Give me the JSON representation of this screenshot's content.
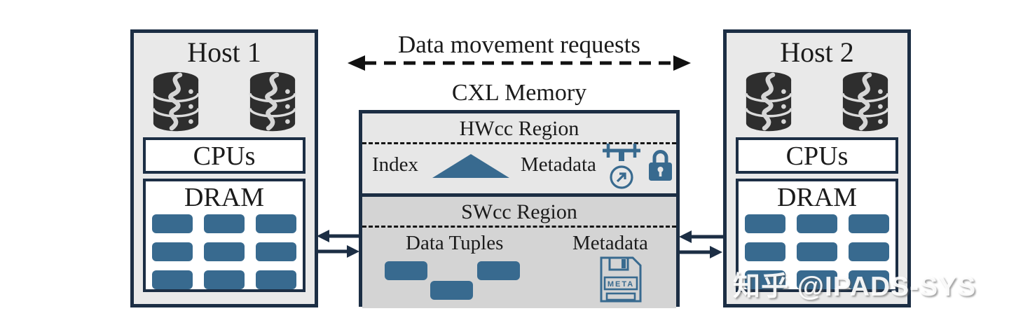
{
  "diagram": {
    "top_arrow_label": "Data movement requests",
    "hosts": [
      {
        "title": "Host 1",
        "cpus": "CPUs",
        "dram": "DRAM"
      },
      {
        "title": "Host 2",
        "cpus": "CPUs",
        "dram": "DRAM"
      }
    ],
    "cxl": {
      "title": "CXL Memory",
      "hwcc": {
        "title": "HWcc Region",
        "index_label": "Index",
        "metadata_label": "Metadata"
      },
      "swcc": {
        "title": "SWcc Region",
        "tuples_label": "Data Tuples",
        "metadata_label": "Metadata",
        "floppy_label": "META"
      }
    },
    "watermark": "知乎 @IPADS-SYS",
    "icons": {
      "host_storage": "database-icon",
      "index": "index-triangle-icon",
      "hwcc_metadata": [
        "data-mover-icon",
        "arrow-up-right-circle-icon",
        "lock-icon"
      ],
      "swcc_metadata": "floppy-meta-icon"
    }
  },
  "colors": {
    "navy": "#1c2e44",
    "accent": "#386a8f",
    "host_bg": "#e9e9e9",
    "hwcc_bg": "#e7e7e7",
    "swcc_bg": "#d4d4d4",
    "db_dark": "#2e2e2e"
  }
}
